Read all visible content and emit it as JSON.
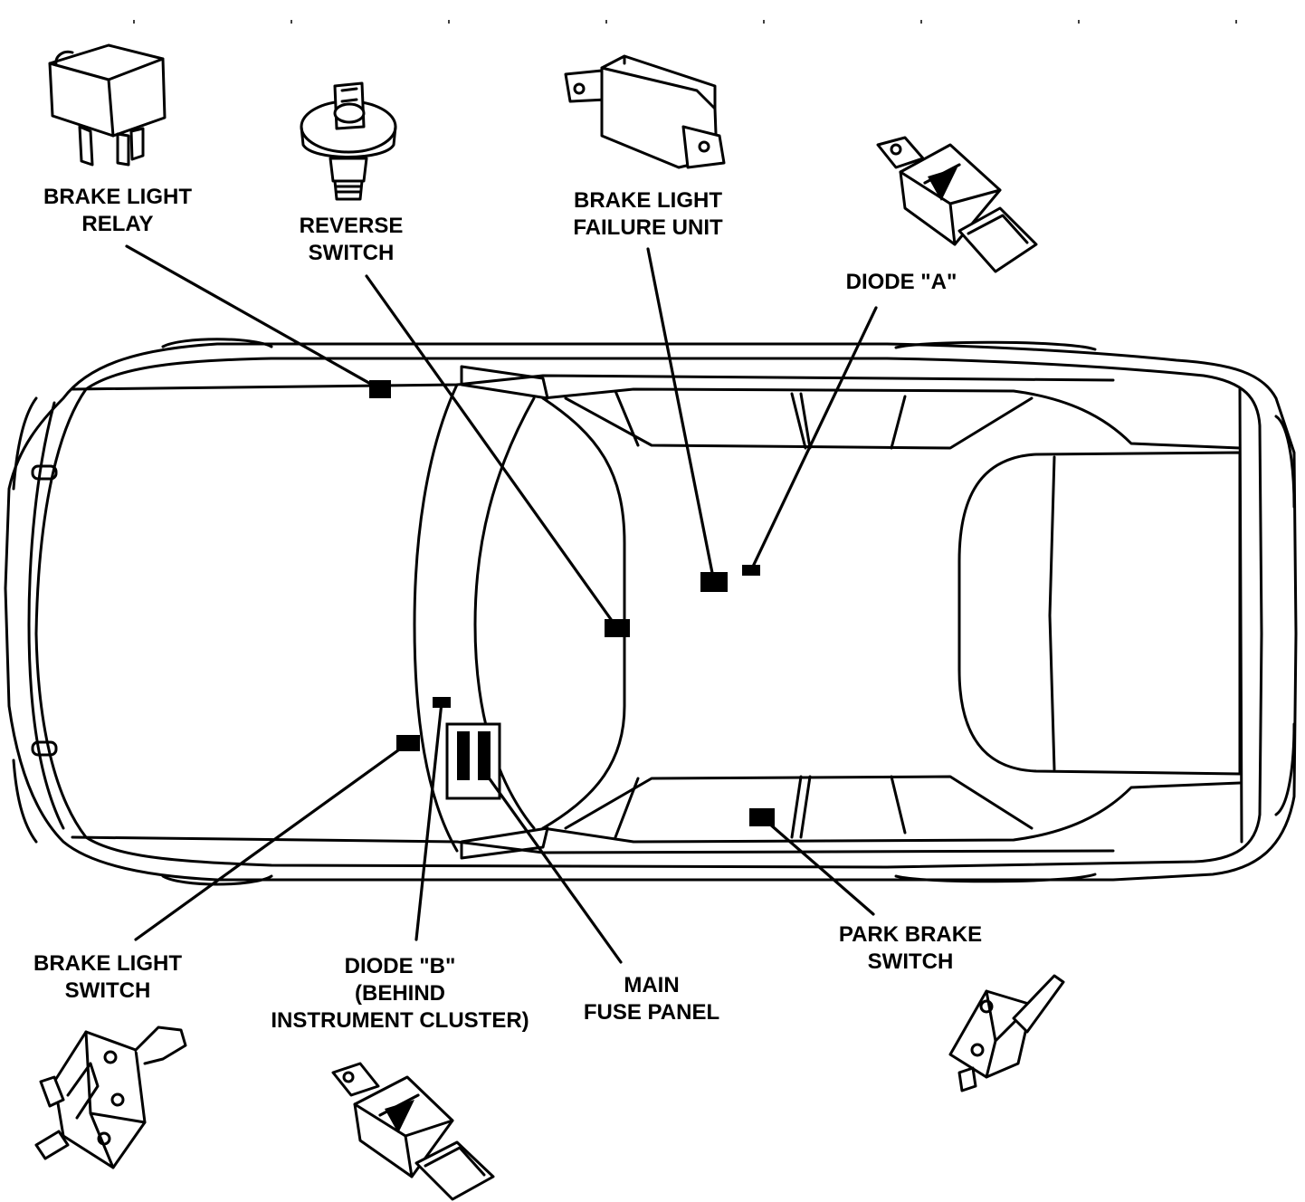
{
  "labels": {
    "brake_light_relay": [
      "BRAKE LIGHT",
      "RELAY"
    ],
    "reverse_switch": [
      "REVERSE",
      "SWITCH"
    ],
    "brake_light_failure_unit": [
      "BRAKE LIGHT",
      "FAILURE UNIT"
    ],
    "diode_a": [
      "DIODE \"A\""
    ],
    "brake_light_switch": [
      "BRAKE LIGHT",
      "SWITCH"
    ],
    "diode_b": [
      "DIODE \"B\"",
      "(BEHIND",
      "INSTRUMENT CLUSTER)"
    ],
    "main_fuse_panel": [
      "MAIN",
      "FUSE PANEL"
    ],
    "park_brake_switch": [
      "PARK BRAKE",
      "SWITCH"
    ]
  },
  "colors": {
    "line": "#000000",
    "background": "#ffffff"
  },
  "icons": [
    "relay-icon",
    "pressure-switch-icon",
    "failure-unit-icon",
    "diode-icon",
    "micro-switch-icon",
    "car-outline-icon",
    "fuse-panel-icon"
  ]
}
